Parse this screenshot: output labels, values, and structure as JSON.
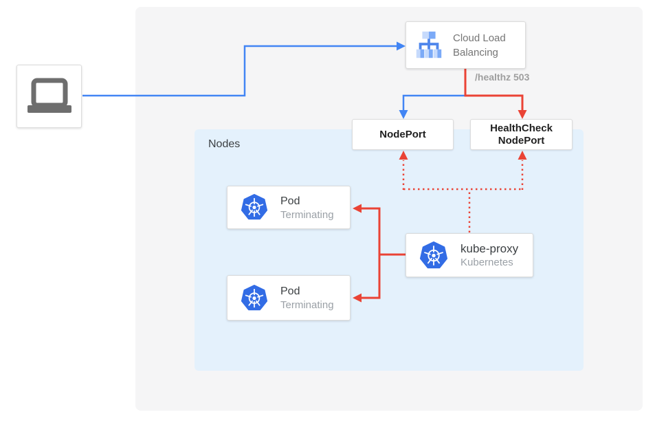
{
  "colors": {
    "blue": "#4285f4",
    "red": "#ea4335",
    "k8s_blue": "#326ce5",
    "panel_gray": "#f5f5f6",
    "panel_blue": "#e4f1fc",
    "text_gray": "#757575",
    "muted_gray": "#9aa0a6",
    "healthz_gray": "#9e9e9e"
  },
  "icons": {
    "client": "laptop-icon",
    "load_balancer": "cloud-load-balancing-icon",
    "kubernetes": "kubernetes-helm-icon"
  },
  "load_balancer": {
    "label": "Cloud Load Balancing"
  },
  "health_path": {
    "label": "/healthz 503"
  },
  "node_port": {
    "label": "NodePort"
  },
  "health_check_node_port": {
    "label": "HealthCheck NodePort"
  },
  "nodes_panel": {
    "label": "Nodes"
  },
  "pods": [
    {
      "title": "Pod",
      "status": "Terminating"
    },
    {
      "title": "Pod",
      "status": "Terminating"
    }
  ],
  "kube_proxy": {
    "title": "kube-proxy",
    "subtitle": "Kubernetes"
  }
}
